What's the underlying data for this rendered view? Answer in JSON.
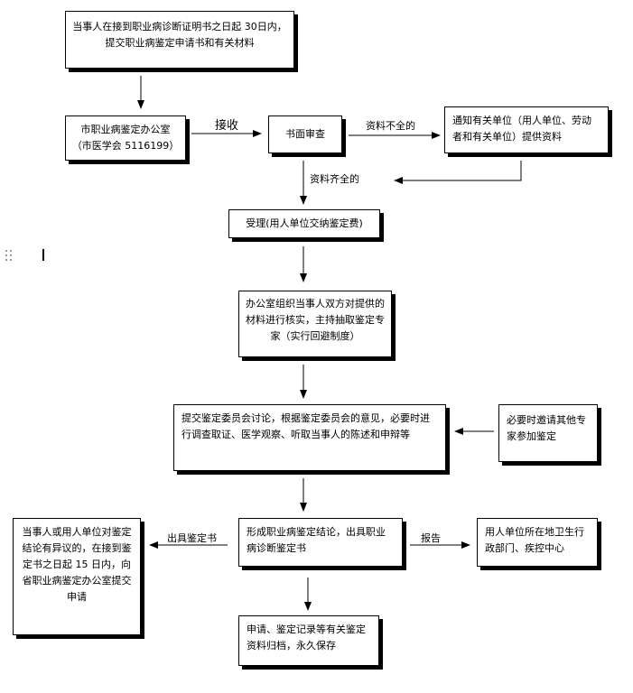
{
  "nodes": {
    "start": "当事人在接到职业病诊断证明书之日起 30日内，提交职业病鉴定申请书和有关材料",
    "office": "市职业病鉴定办公室（市医学会 5116199）",
    "review": "书面审查",
    "notify": "通知有关单位（用人单位、劳动者和有关单位）提供资料",
    "accept": "受理(用人单位交纳鉴定费)",
    "verify": "办公室组织当事人双方对提供的材料进行核实，主持抽取鉴定专家（实行回避制度）",
    "committee": "提交鉴定委员会讨论，根据鉴定委员会的意见，必要时进行调查取证、医学观察、听取当事人的陈述和申辩等",
    "experts": "必要时邀请其他专家参加鉴定",
    "conclusion": "形成职业病鉴定结论，出具职业病诊断鉴定书",
    "objection": "当事人或用人单位对鉴定结论有异议的，在接到鉴定书之日起 15 日内，向省职业病鉴定办公室提交申请",
    "health": "用人单位所在地卫生行政部门、疾控中心",
    "archive": "申请、鉴定记录等有关鉴定资料归档，永久保存"
  },
  "edges": {
    "receive": "接收",
    "incomplete": "资料不全的",
    "complete": "资料齐全的",
    "issue": "出具鉴定书",
    "report": "报告"
  }
}
